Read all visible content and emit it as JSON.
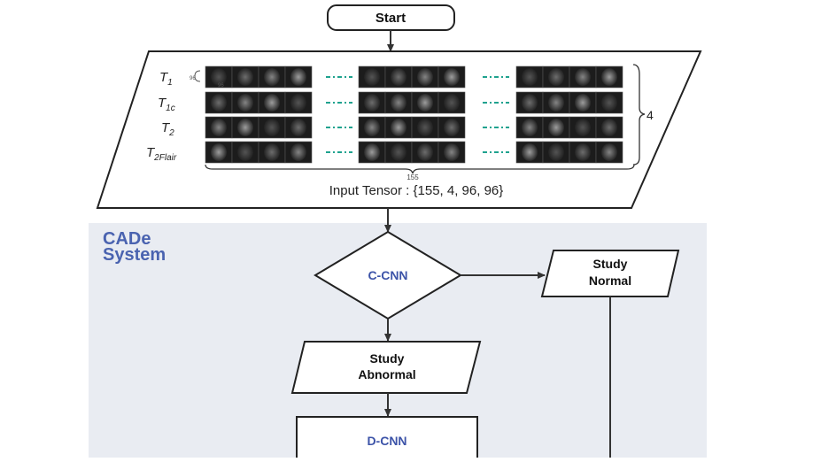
{
  "flow": {
    "start": "Start",
    "input_tensor": "Input Tensor : {155, 4, 96, 96}",
    "dim_slices": "155",
    "dim_modalities": "4",
    "mini_dim_a": "96",
    "mini_dim_b": "96",
    "system_title_line1": "CADe",
    "system_title_line2": "System",
    "c_cnn": "C-CNN",
    "study_normal_line1": "Study",
    "study_normal_line2": "Normal",
    "study_abnormal_line1": "Study",
    "study_abnormal_line2": "Abnormal",
    "d_cnn": "D-CNN"
  },
  "modalities": [
    {
      "base": "T",
      "sub": "1"
    },
    {
      "base": "T",
      "sub": "1c"
    },
    {
      "base": "T",
      "sub": "2"
    },
    {
      "base": "T",
      "sub": "2Flair"
    }
  ],
  "colors": {
    "system_bg": "#e9ecf2",
    "system_title": "#4a63b0",
    "cnn_text": "#3c53a8",
    "dash": "#1fa28f",
    "line": "#333333"
  }
}
